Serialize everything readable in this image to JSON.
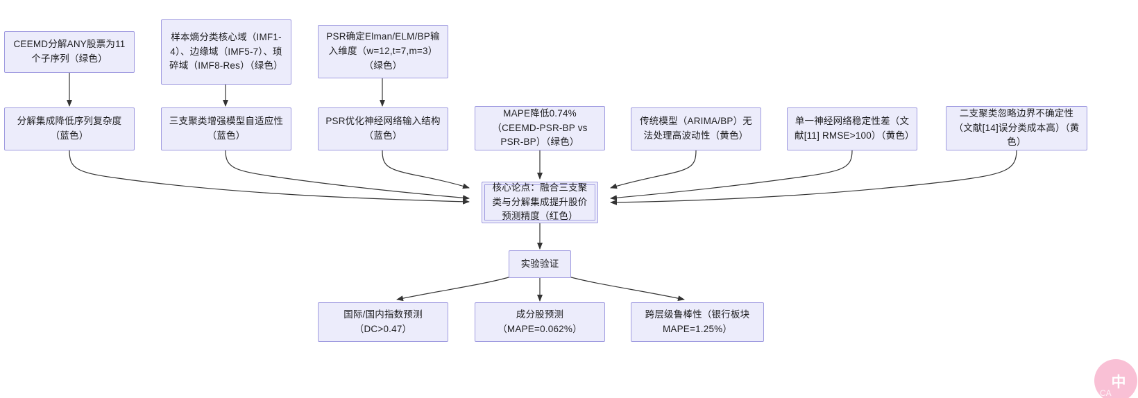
{
  "diagram": {
    "type": "flowchart",
    "direction": "top-to-bottom-converging",
    "background_color": "#ffffff",
    "node_fill_color": "#ececfb",
    "node_border_color": "#9f9ae0",
    "edge_color": "#333333",
    "nodes": {
      "row1": [
        {
          "id": "n1",
          "label": "CEEMD分解ANY股票为11个子序列（绿色）"
        },
        {
          "id": "n2",
          "label": "样本熵分类核心域（IMF1-4）、边缘域（IMF5-7）、琐碎域（IMF8-Res）（绿色）"
        },
        {
          "id": "n3",
          "label": "PSR确定Elman/ELM/BP输入维度（w=12,t=7,m=3）（绿色）"
        }
      ],
      "row2": [
        {
          "id": "n4",
          "label": "分解集成降低序列复杂度（蓝色）"
        },
        {
          "id": "n5",
          "label": "三支聚类增强模型自适应性（蓝色）"
        },
        {
          "id": "n6",
          "label": "PSR优化神经网络输入结构（蓝色）"
        },
        {
          "id": "n7",
          "label": "MAPE降低0.74%（CEEMD-PSR-BP vs PSR-BP）（绿色）"
        },
        {
          "id": "n8",
          "label": "传统模型（ARIMA/BP）无法处理高波动性（黄色）"
        },
        {
          "id": "n9",
          "label": "单一神经网络稳定性差（文献[11] RMSE>100）（黄色）"
        },
        {
          "id": "n10",
          "label": "二支聚类忽略边界不确定性（文献[14]误分类成本高）（黄色）"
        }
      ],
      "core": {
        "id": "core",
        "label": "核心论点：融合三支聚类与分解集成提升股价预测精度（红色）"
      },
      "validation": {
        "id": "val",
        "label": "实验验证"
      },
      "results": [
        {
          "id": "r1",
          "label": "国际/国内指数预测（DC>0.47）"
        },
        {
          "id": "r2",
          "label": "成分股预测（MAPE=0.062%）"
        },
        {
          "id": "r3",
          "label": "跨层级鲁棒性（银行板块MAPE=1.25%）"
        }
      ]
    }
  },
  "watermark": {
    "glyph": "中",
    "sub": "CA",
    "color": "#f7a8c6"
  }
}
